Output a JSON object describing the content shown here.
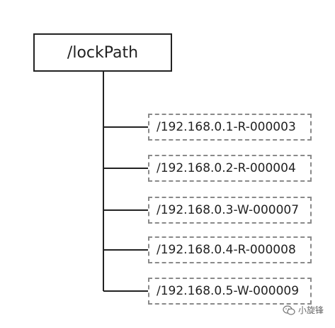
{
  "root": {
    "label": "/lockPath"
  },
  "children": [
    {
      "label": "/192.168.0.1-R-000003"
    },
    {
      "label": "/192.168.0.2-R-000004"
    },
    {
      "label": "/192.168.0.3-W-000007"
    },
    {
      "label": "/192.168.0.4-R-000008"
    },
    {
      "label": "/192.168.0.5-W-000009"
    }
  ],
  "watermark": {
    "text": "小旋锋",
    "icon": "wechat-bubbles-icon"
  },
  "colors": {
    "line": "#222222",
    "dashed_border": "#8a8a8a",
    "text": "#222222"
  }
}
